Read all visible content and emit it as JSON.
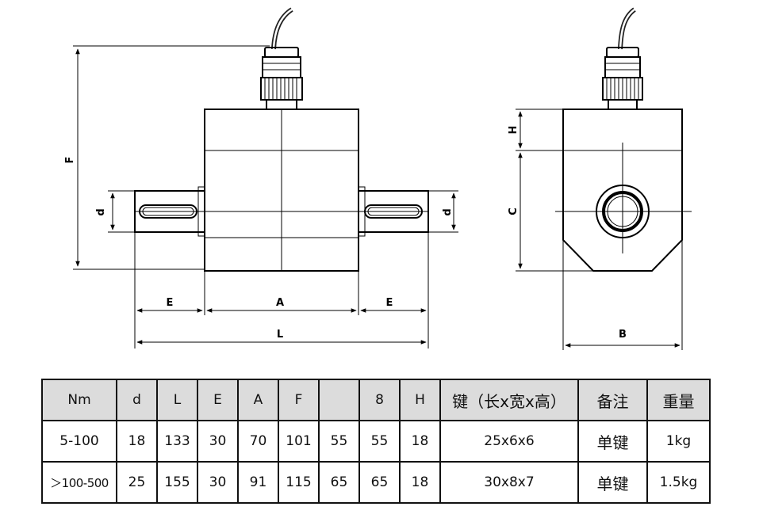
{
  "labels": {
    "front_F": "F",
    "front_d_left": "d",
    "front_d_right": "d",
    "front_E_left": "E",
    "front_A": "A",
    "front_E_right": "E",
    "front_L": "L",
    "side_H": "H",
    "side_C": "C",
    "side_B": "B"
  },
  "table": {
    "headers": [
      "Nm",
      "d",
      "L",
      "E",
      "A",
      "F",
      "",
      "8",
      "H",
      "键（长x宽x高）",
      "备注",
      "重量"
    ],
    "rows": [
      [
        "5-100",
        "18",
        "133",
        "30",
        "70",
        "101",
        "55",
        "55",
        "18",
        "25x6x6",
        "单键",
        "1kg"
      ],
      [
        "＞100-500",
        "25",
        "155",
        "30",
        "91",
        "115",
        "65",
        "65",
        "18",
        "30x8x7",
        "单键",
        "1.5kg"
      ]
    ]
  }
}
